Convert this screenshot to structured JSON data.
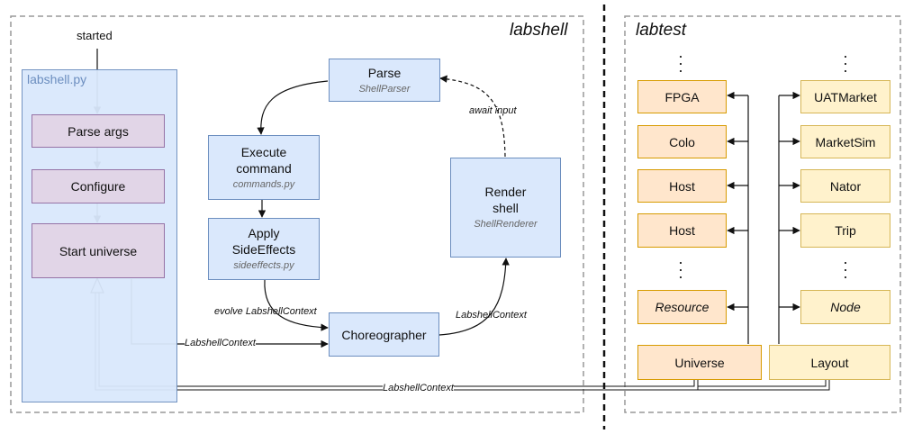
{
  "labshell": {
    "title": "labshell",
    "file_label": "labshell.py",
    "started_label": "started",
    "parse_args": "Parse args",
    "configure": "Configure",
    "start_universe": "Start universe",
    "parse": {
      "title": "Parse",
      "sub": "ShellParser"
    },
    "execute": {
      "title_line1": "Execute",
      "title_line2": "command",
      "sub": "commands.py"
    },
    "apply": {
      "title_line1": "Apply",
      "title_line2": "SideEffects",
      "sub": "sideeffects.py"
    },
    "render": {
      "title_line1": "Render",
      "title_line2": "shell",
      "sub": "ShellRenderer"
    },
    "choreographer": "Choreographer",
    "await_input": "await input",
    "evolve_label": "evolve LabshellContext",
    "context_label_right": "LabshellContext",
    "context_label_bottom": "LabshellContext"
  },
  "labtest": {
    "title": "labtest",
    "resources": [
      "FPGA",
      "Colo",
      "Host",
      "Host"
    ],
    "resource_generic": "Resource",
    "nodes": [
      "UATMarket",
      "MarketSim",
      "Nator",
      "Trip"
    ],
    "node_generic": "Node",
    "universe": "Universe",
    "layout": "Layout"
  },
  "bottom_context_label": "LabshellContext"
}
